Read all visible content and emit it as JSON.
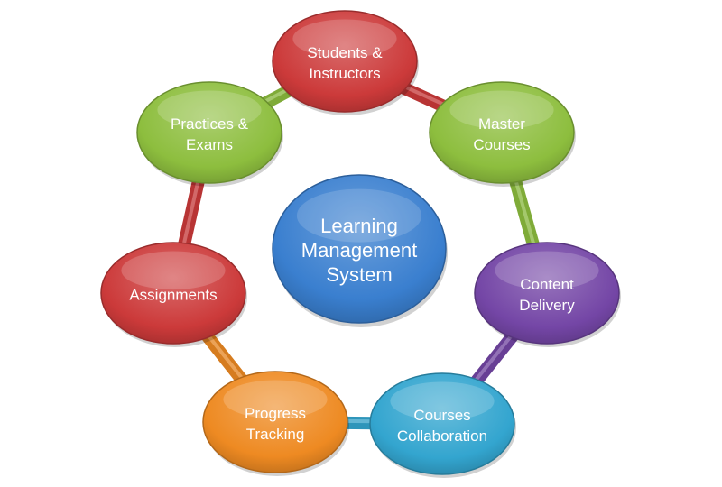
{
  "diagram": {
    "center": {
      "lines": [
        "Learning",
        "Management",
        "System"
      ],
      "color": "#3A7FCF"
    },
    "nodes": [
      {
        "id": "students-instructors",
        "lines": [
          "Students &",
          "Instructors"
        ],
        "color": "#CC3A3A"
      },
      {
        "id": "master-courses",
        "lines": [
          "Master",
          "Courses"
        ],
        "color": "#8DBE3E"
      },
      {
        "id": "content-delivery",
        "lines": [
          "Content",
          "Delivery"
        ],
        "color": "#7446A6"
      },
      {
        "id": "courses-collaboration",
        "lines": [
          "Courses",
          "Collaboration"
        ],
        "color": "#33A5CF"
      },
      {
        "id": "progress-tracking",
        "lines": [
          "Progress",
          "Tracking"
        ],
        "color": "#EE8A22"
      },
      {
        "id": "assignments",
        "lines": [
          "Assignments"
        ],
        "color": "#CC3A3A"
      },
      {
        "id": "practices-exams",
        "lines": [
          "Practices &",
          "Exams"
        ],
        "color": "#8DBE3E"
      }
    ],
    "connectors": [
      {
        "color": "#CC3A3A"
      },
      {
        "color": "#8DBE3E"
      },
      {
        "color": "#7446A6"
      },
      {
        "color": "#33A5CF"
      },
      {
        "color": "#EE8A22"
      },
      {
        "color": "#CC3A3A"
      },
      {
        "color": "#8DBE3E"
      }
    ]
  }
}
